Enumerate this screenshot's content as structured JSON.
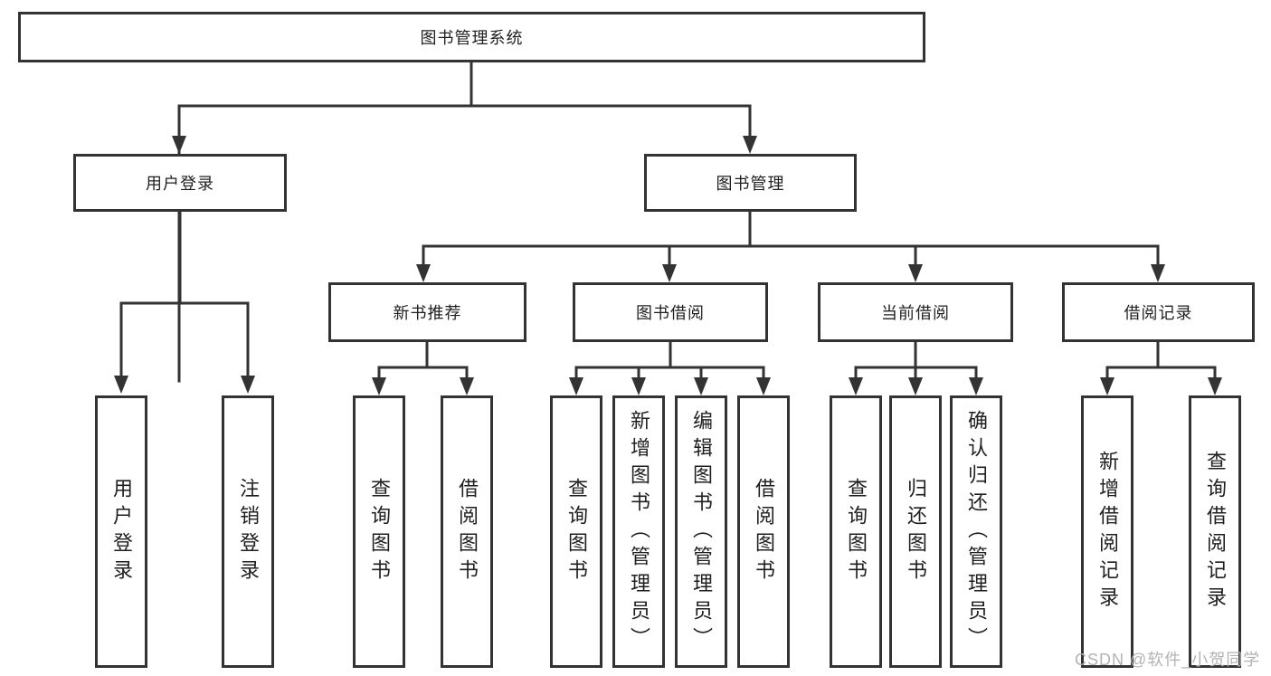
{
  "diagram_title": "图书管理系统",
  "tree": {
    "root": {
      "label": "图书管理系统",
      "children": [
        {
          "label": "用户登录",
          "children": [
            {
              "label": "用户登录"
            },
            {
              "label": "注销登录"
            }
          ]
        },
        {
          "label": "图书管理",
          "children": [
            {
              "label": "新书推荐",
              "children": [
                {
                  "label": "查询图书"
                },
                {
                  "label": "借阅图书"
                }
              ]
            },
            {
              "label": "图书借阅",
              "children": [
                {
                  "label": "查询图书"
                },
                {
                  "label": "新增图书（管理员）"
                },
                {
                  "label": "编辑图书（管理员）"
                },
                {
                  "label": "借阅图书"
                }
              ]
            },
            {
              "label": "当前借阅",
              "children": [
                {
                  "label": "查询图书"
                },
                {
                  "label": "归还图书"
                },
                {
                  "label": "确认归还（管理员）"
                }
              ]
            },
            {
              "label": "借阅记录",
              "children": [
                {
                  "label": "新增借阅记录"
                },
                {
                  "label": "查询借阅记录"
                }
              ]
            }
          ]
        }
      ]
    }
  },
  "watermark": "CSDN @软件_小贺同学",
  "colors": {
    "line": "#333333",
    "box_border": "#333333",
    "text": "#1f1f1f",
    "watermark": "#b3b3b3",
    "background": "#ffffff"
  }
}
